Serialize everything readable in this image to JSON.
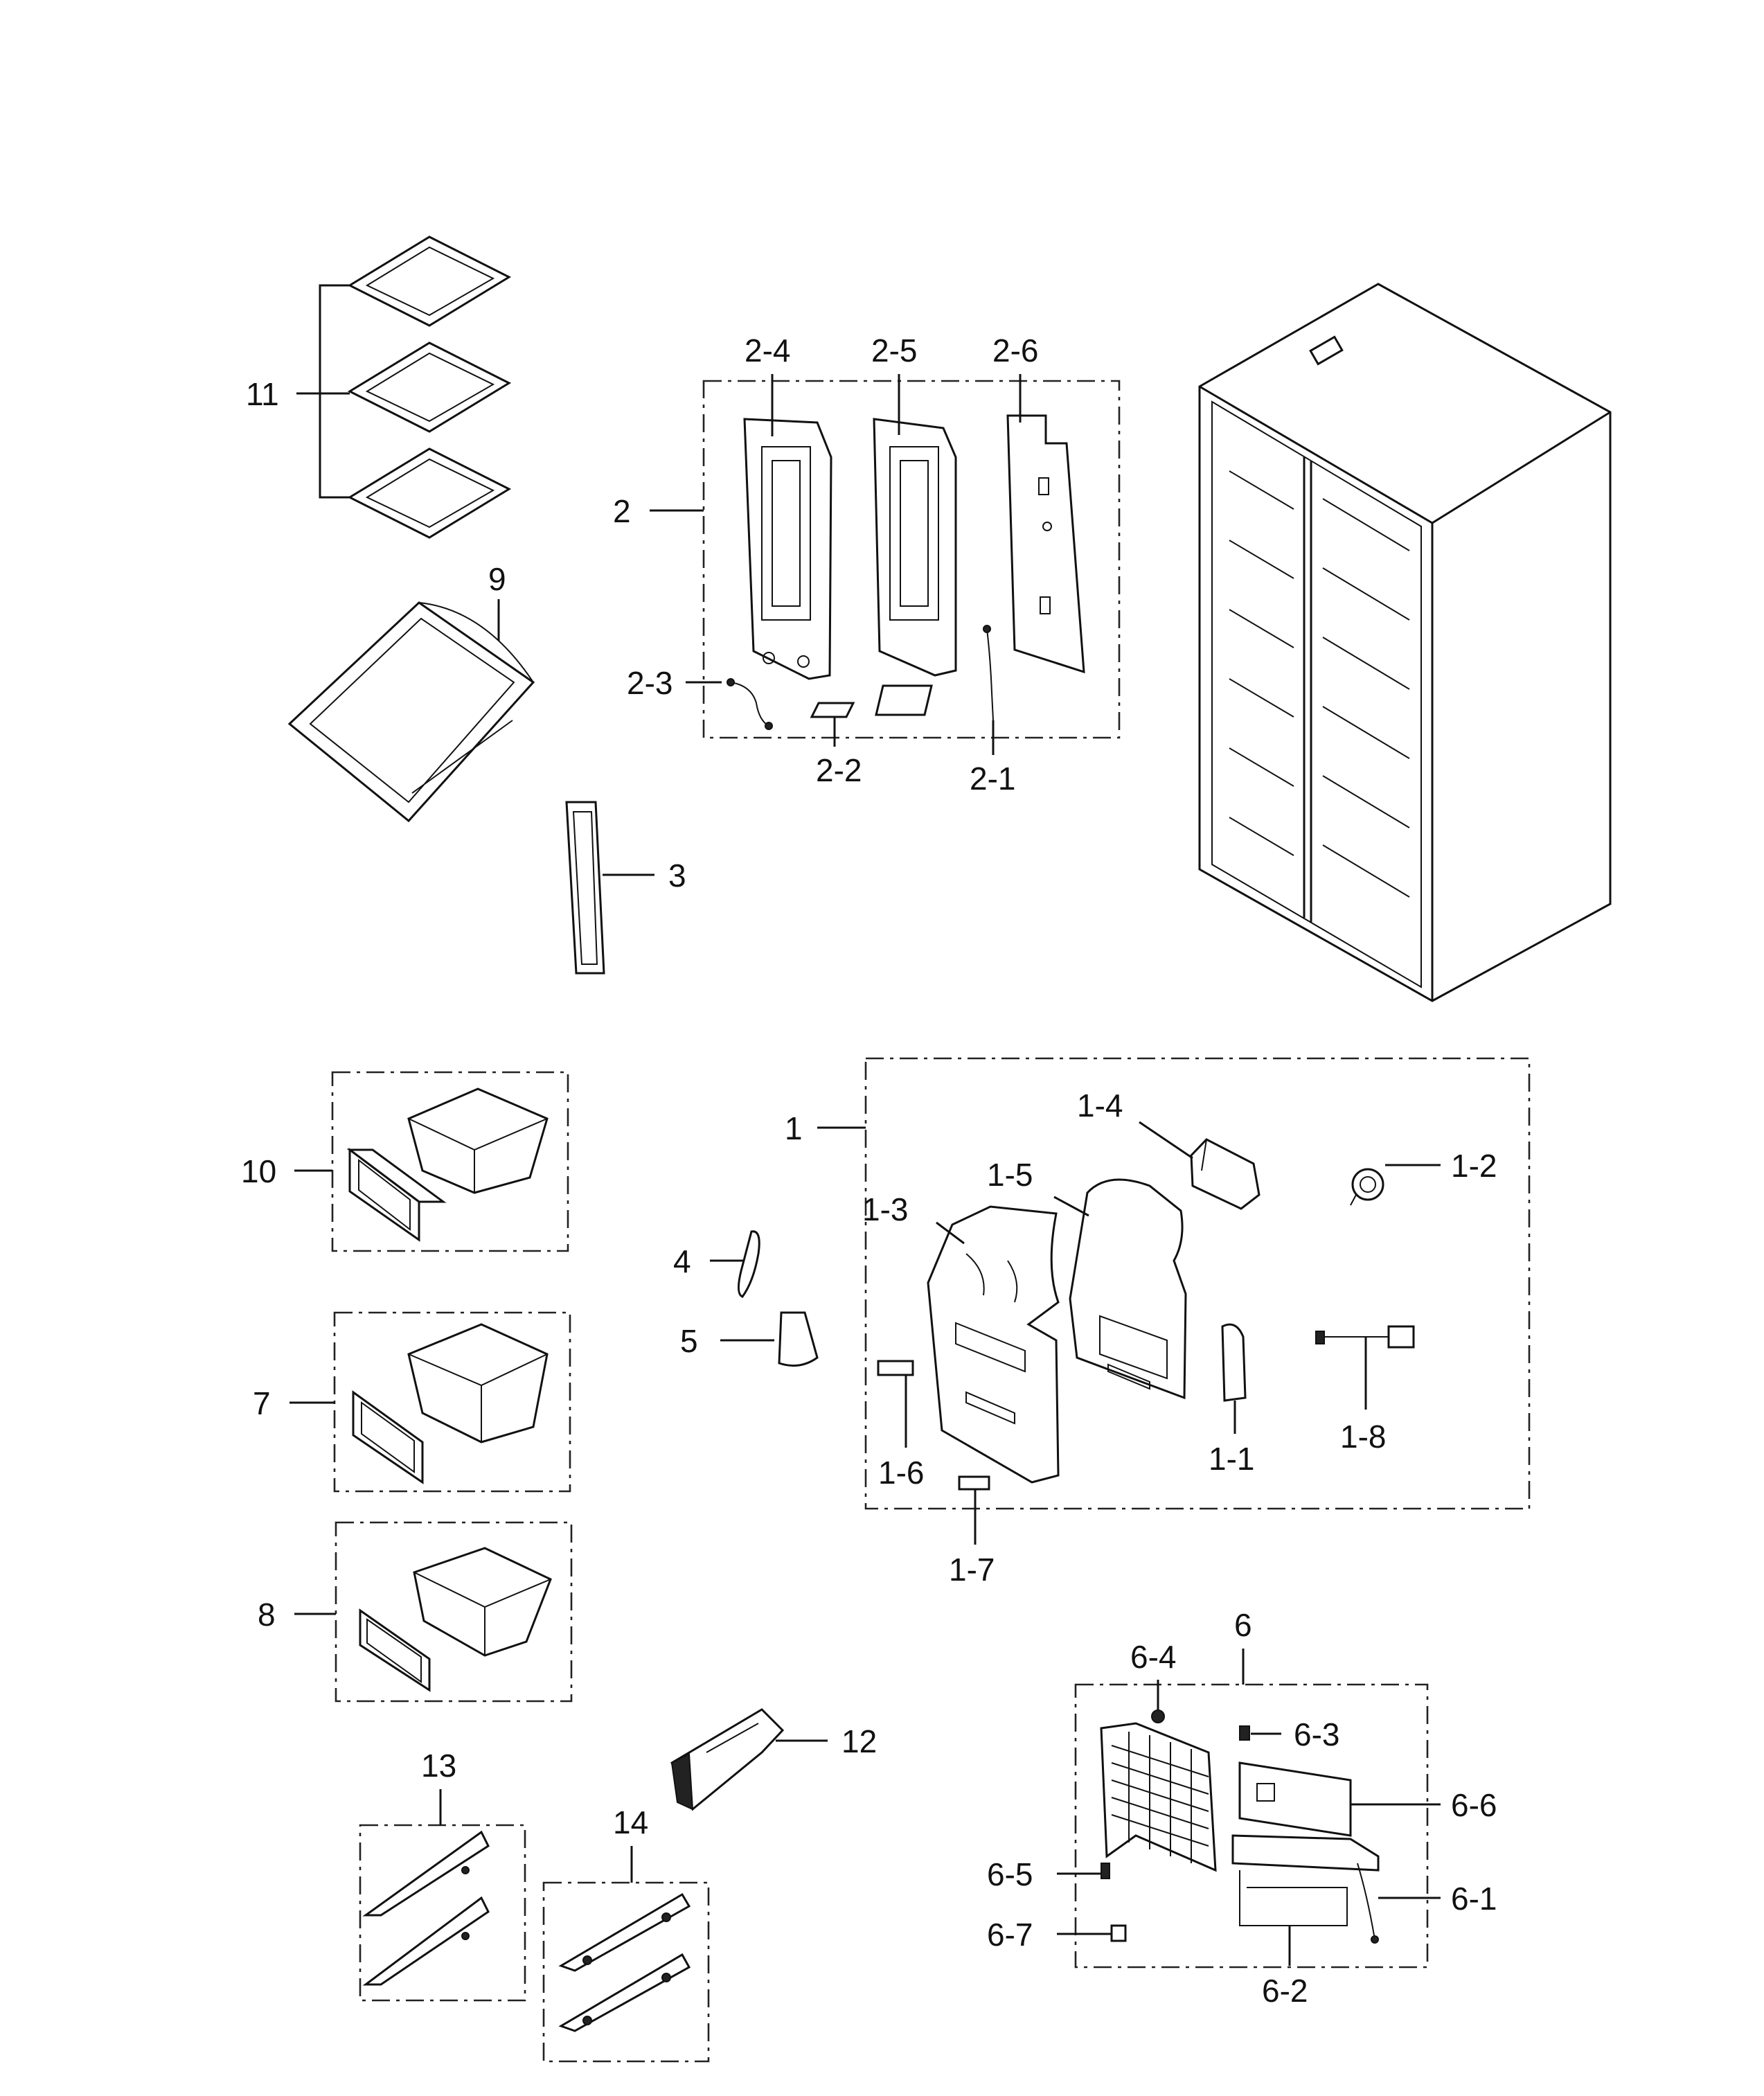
{
  "labels": {
    "p1": "1",
    "p1_1": "1-1",
    "p1_2": "1-2",
    "p1_3": "1-3",
    "p1_4": "1-4",
    "p1_5": "1-5",
    "p1_6": "1-6",
    "p1_7": "1-7",
    "p1_8": "1-8",
    "p2": "2",
    "p2_1": "2-1",
    "p2_2": "2-2",
    "p2_3": "2-3",
    "p2_4": "2-4",
    "p2_5": "2-5",
    "p2_6": "2-6",
    "p3": "3",
    "p4": "4",
    "p5": "5",
    "p6": "6",
    "p6_1": "6-1",
    "p6_2": "6-2",
    "p6_3": "6-3",
    "p6_4": "6-4",
    "p6_5": "6-5",
    "p6_6": "6-6",
    "p6_7": "6-7",
    "p7": "7",
    "p8": "8",
    "p9": "9",
    "p10": "10",
    "p11": "11",
    "p12": "12",
    "p13": "13",
    "p14": "14"
  }
}
